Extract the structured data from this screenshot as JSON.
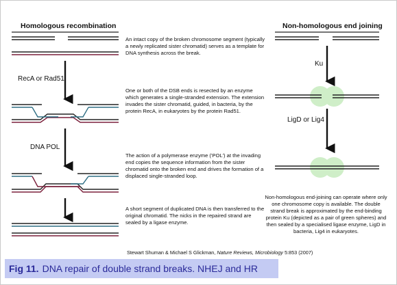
{
  "left_panel": {
    "title": "Homologous recombination",
    "steps": [
      {
        "label": "RecA or Rad51",
        "description": ""
      },
      {
        "label": "DNA POL",
        "description": ""
      }
    ],
    "descriptions": [
      "An intact copy of the broken chromosome segment (typically a newly replicated sister chromatid) serves as a template for DNA synthesis across the break.",
      "One or both of the DSB ends is resected by an enzyme which generates a single-stranded extension. The extension invades the sister chromatid, guided, in bacteria, by the protein RecA, in eukaryotes by the protein Rad51.",
      "The action of a polymerase enzyme ('POL') at the invading end copies the sequence information from the sister chromatid onto the broken end and drives the formation of a displaced single-stranded loop.",
      "A short segment of duplicated DNA is then transferred to the original chromatid. The nicks in the repaired strand are sealed by a ligase enzyme."
    ]
  },
  "right_panel": {
    "title": "Non-homologous end joining",
    "step1_label": "Ku",
    "step2_label": "LigD or Lig4",
    "description": "Non-homologous end-joining can operate where only one chromosome copy is available. The double strand break is approximated by the end-binding protein Ku (depicted as a pair of green spheres) and then sealed by a specialised ligase enzyme, LigD in bacteria, Lig4 in eukaryotes."
  },
  "citation": {
    "authors": "Stewart Shuman & Michael S Glickman, ",
    "journal": "Nature Reviews, Microbiology",
    "ref": " 5:853 (2007)"
  },
  "caption": {
    "fig_number": "Fig 11.",
    "text": "DNA repair of double strand breaks. NHEJ and HR"
  },
  "colors": {
    "strand_black": "#222222",
    "strand_maroon": "#7a1f3a",
    "strand_teal": "#2f6e84",
    "ku_green": "#cfeec8",
    "caption_bg": "#c4cbf3",
    "caption_text": "#2a2a99"
  }
}
